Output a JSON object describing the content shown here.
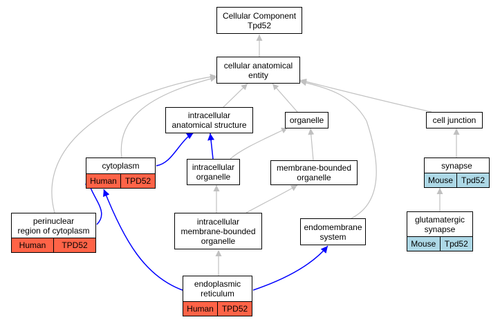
{
  "diagram": {
    "colors": {
      "gray_edge": "#c0c0c0",
      "blue_edge": "#0000ff",
      "human": "#ff6347",
      "mouse": "#add8e6"
    },
    "nodes": {
      "root": {
        "l1": "Cellular Component",
        "l2": "Tpd52"
      },
      "cae": {
        "l1": "cellular anatomical",
        "l2": "entity"
      },
      "ias": {
        "l1": "intracellular",
        "l2": "anatomical structure"
      },
      "organelle": {
        "l1": "organelle"
      },
      "cell_junction": {
        "l1": "cell junction"
      },
      "cytoplasm": {
        "l1": "cytoplasm",
        "species": "Human",
        "gene": "TPD52"
      },
      "intracellular_organelle": {
        "l1": "intracellular",
        "l2": "organelle"
      },
      "mbo": {
        "l1": "membrane-bounded",
        "l2": "organelle"
      },
      "synapse": {
        "l1": "synapse",
        "species": "Mouse",
        "gene": "Tpd52"
      },
      "perinuclear": {
        "l1": "perinuclear",
        "l2": "region of cytoplasm",
        "species": "Human",
        "gene": "TPD52"
      },
      "imbo": {
        "l1": "intracellular",
        "l2": "membrane-bounded",
        "l3": "organelle"
      },
      "endomembrane": {
        "l1": "endomembrane",
        "l2": "system"
      },
      "glut_synapse": {
        "l1": "glutamatergic",
        "l2": "synapse",
        "species": "Mouse",
        "gene": "Tpd52"
      },
      "er": {
        "l1": "endoplasmic",
        "l2": "reticulum",
        "species": "Human",
        "gene": "TPD52"
      }
    }
  }
}
